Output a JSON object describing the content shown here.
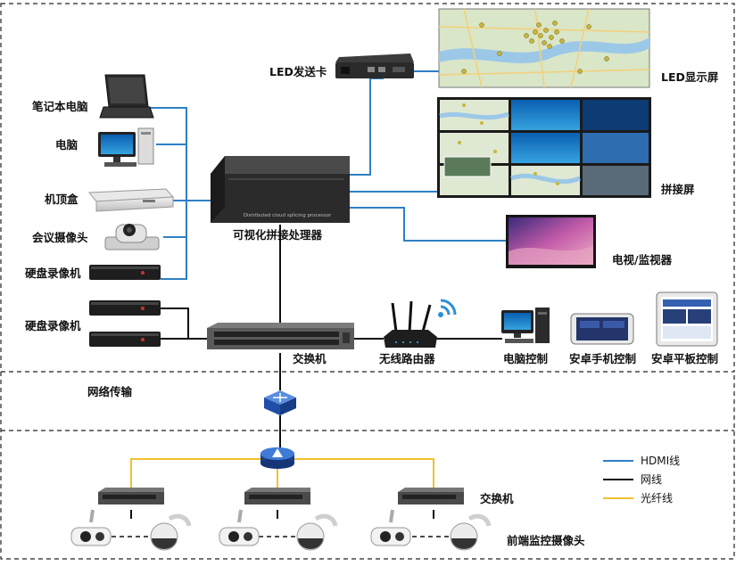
{
  "labels": {
    "laptop": "笔记本电脑",
    "pc": "电脑",
    "stb": "机顶盒",
    "conf_cam": "会议摄像头",
    "nvr1": "硬盘录像机",
    "nvr2": "硬盘录像机",
    "led_card": "LED发送卡",
    "led_screen": "LED显示屏",
    "splice_screen": "拼接屏",
    "processor": "可视化拼接处理器",
    "tv": "电视/监视器",
    "switch_main": "交换机",
    "router": "无线路由器",
    "pc_control": "电脑控制",
    "phone_control": "安卓手机控制",
    "tablet_control": "安卓平板控制",
    "network": "网络传输",
    "switch_front": "交换机",
    "front_cams": "前端监控摄像头"
  },
  "device_text": {
    "processor_plate": "Distributed cloud splicing processor"
  },
  "legend": [
    {
      "label": "HDMI线",
      "color": "#2f7fc4"
    },
    {
      "label": "网线",
      "color": "#111111"
    },
    {
      "label": "光纤线",
      "color": "#f2c12e"
    }
  ]
}
